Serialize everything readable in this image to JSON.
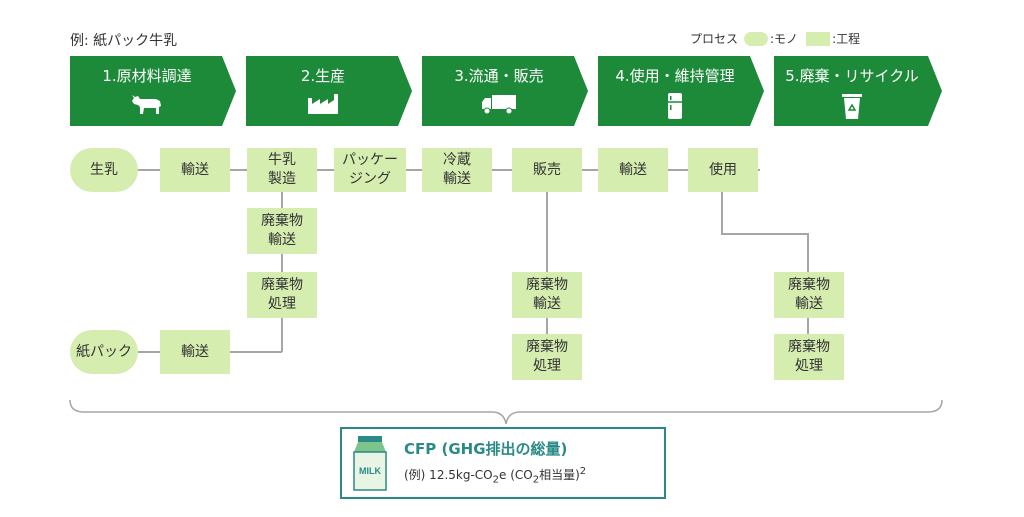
{
  "example_label": "例: 紙パック牛乳",
  "legend": {
    "title": "プロセス",
    "item_mono": ":モノ",
    "item_process": ":工程"
  },
  "stages": [
    {
      "label": "1.原材料調達",
      "icon": "cow-icon"
    },
    {
      "label": "2.生産",
      "icon": "factory-icon"
    },
    {
      "label": "3.流通・販売",
      "icon": "truck-icon"
    },
    {
      "label": "4.使用・維持管理",
      "icon": "refrigerator-icon"
    },
    {
      "label": "5.廃棄・リサイクル",
      "icon": "recycle-bin-icon"
    }
  ],
  "nodes": {
    "raw_milk": "生乳",
    "transport_1": "輸送",
    "milk_mfg_1": "牛乳",
    "milk_mfg_2": "製造",
    "packaging_1": "パッケー",
    "packaging_2": "ジング",
    "cold_1": "冷蔵",
    "cold_2": "輸送",
    "sales": "販売",
    "transport_3": "輸送",
    "use": "使用",
    "wt_prod_1": "廃棄物",
    "wt_prod_2": "輸送",
    "wp_prod_1": "廃棄物",
    "wp_prod_2": "処理",
    "carton": "紙パック",
    "transport_2": "輸送",
    "wt_sales_1": "廃棄物",
    "wt_sales_2": "輸送",
    "wp_sales_1": "廃棄物",
    "wp_sales_2": "処理",
    "wt_use_1": "廃棄物",
    "wt_use_2": "輸送",
    "wp_use_1": "廃棄物",
    "wp_use_2": "処理"
  },
  "cfp": {
    "title": "CFP (GHG排出の総量)",
    "value_prefix": "(例) 12.5kg-CO",
    "value_sub1": "2",
    "value_mid": "e (CO",
    "value_sub2": "2",
    "value_suffix": "相当量)",
    "footnote": "2",
    "carton_label": "MILK"
  },
  "colors": {
    "stage": "#1d8a3a",
    "node": "#d6edb0",
    "connector": "#a6a6a6",
    "cfp_accent": "#2a8a86"
  }
}
